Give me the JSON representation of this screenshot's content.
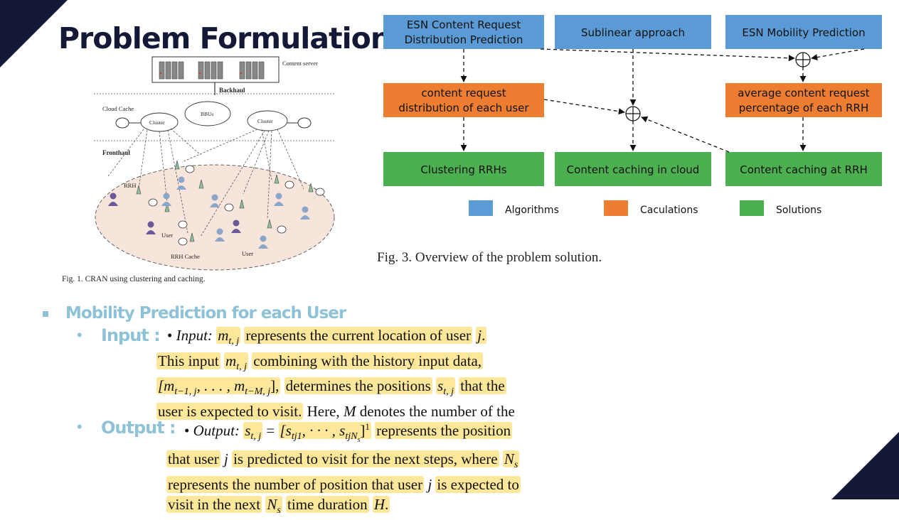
{
  "slide": {
    "title": "Problem Formulation"
  },
  "figure1": {
    "labels": {
      "content_server": "Content server",
      "backhaul": "Backhaul",
      "cloud_cache": "Cloud Cache",
      "bbus": "BBUs",
      "cluster_left": "Cluster",
      "cluster_right": "Cluster",
      "fronthaul": "Fronthaul",
      "rrh": "RRH",
      "user_1": "User",
      "user_2": "User",
      "rrh_cache": "RRH Cache"
    },
    "caption": "Fig. 1.   CRAN using clustering and caching."
  },
  "figure3": {
    "boxes": {
      "esn_content": [
        "ESN Content Request",
        "Distribution Prediction"
      ],
      "sublinear": "Sublinear approach",
      "esn_mobility": "ESN Mobility Prediction",
      "content_request_dist": [
        "content request",
        "distribution of each user"
      ],
      "avg_content_request": [
        "average content request",
        "percentage of each RRH"
      ],
      "clustering": "Clustering RRHs",
      "caching_cloud": "Content caching in cloud",
      "caching_rrh": "Content caching at RRH"
    },
    "legend": [
      {
        "label": "Algorithms",
        "color": "#5b9bd5"
      },
      {
        "label": "Caculations",
        "color": "#ed7d31"
      },
      {
        "label": "Solutions",
        "color": "#4caf50"
      }
    ],
    "caption": "Fig. 3.    Overview of the problem solution."
  },
  "bullets": {
    "main": "Mobility Prediction for each User",
    "input_label": "Input :",
    "output_label": "Output :",
    "input_text": {
      "bullet": "• ",
      "lead": "Input:",
      "l1_rest": "represents the current location of user",
      "l2_a": "This input",
      "l2_b": "combining with the history input data,",
      "l3_a": "determines the positions",
      "l3_b": "that the",
      "l4_a": "user is expected to visit.",
      "l4_b": " Here, ",
      "l4_c": " denotes the number of the"
    },
    "output_text": {
      "bullet": "• ",
      "lead": "Output:",
      "l1_rest": "represents the position",
      "l2_a": "that user",
      "l2_b": "is predicted to visit for the next steps, where",
      "l3_a": "represents the number of position that user",
      "l3_b": "is expected to",
      "l4_a": "visit in the next",
      "l4_b": "time duration"
    },
    "math": {
      "m_tj": "m",
      "sub_tj": "t, j",
      "j": "j",
      "M": "M",
      "m_hist": "[m",
      "sub_hist1": "t−1, j",
      "hist_mid": ", . . . , m",
      "sub_hist2": "t−M, j",
      "hist_end": "],",
      "s": "s",
      "eq": " = ",
      "out_vec": "[s",
      "sub_tj1": "tj1",
      "out_mid": ", · · · , s",
      "sub_tjNs": "tjN",
      "sub_s": "s",
      "out_end": "]",
      "sup_T": "1",
      "N": "N",
      "H": "H",
      "dot": "."
    }
  }
}
